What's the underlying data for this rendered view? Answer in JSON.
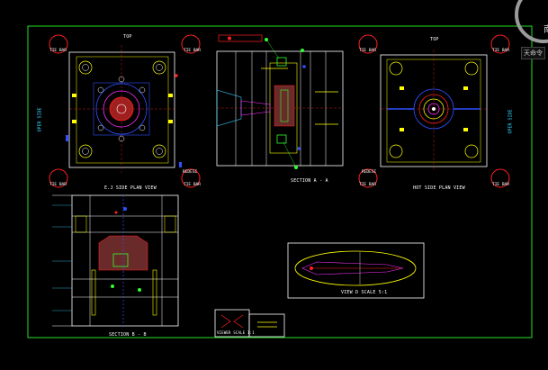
{
  "views": {
    "top_left": {
      "top_label": "TOP",
      "side_label": "OPER SIDE",
      "title": "E.J SIDE PLAN VIEW",
      "tie_bars": [
        "TIE BAR",
        "TIE BAR",
        "TIE BAR",
        "TIE BAR"
      ],
      "extra_label": "REDESI"
    },
    "section_aa": {
      "title": "SECTION A - A"
    },
    "top_right": {
      "top_label": "TOP",
      "side_label": "OPER SIDE",
      "title": "HOT SIDE PLAN VIEW",
      "tie_bars": [
        "TIE BAR",
        "TIE BAR",
        "TIE BAR",
        "TIE BAR"
      ],
      "extra_label": "REDESI"
    },
    "section_bb": {
      "title": "SECTION B - B"
    },
    "view_d": {
      "title": "VIEW D SCALE 5:1"
    },
    "title_block": {
      "text": "VIEWER SCALE 1:1"
    }
  },
  "corner": {
    "glyph": "南",
    "tooltip": "天命令"
  },
  "colors": {
    "frame": "#22e022",
    "white": "#ffffff",
    "yellow": "#ffff00",
    "red": "#ff2020",
    "cyan": "#37d3ff",
    "blue": "#3050ff",
    "magenta": "#ff30ff",
    "green": "#30ff30"
  }
}
